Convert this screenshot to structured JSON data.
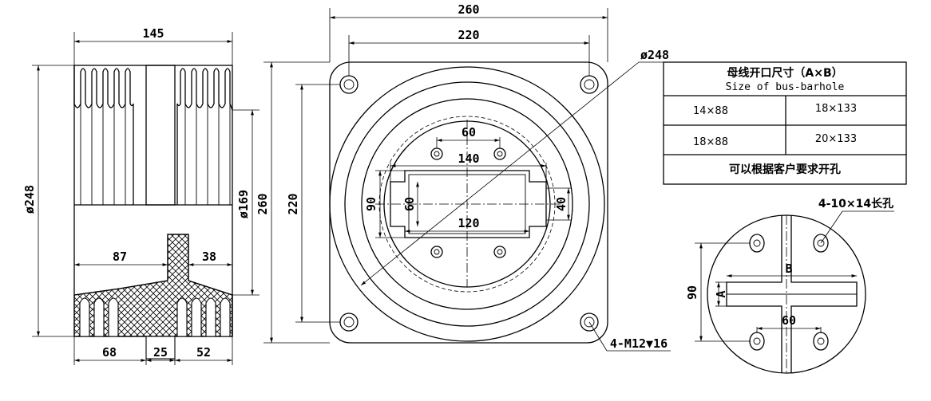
{
  "side_view": {
    "dims": {
      "d248": "ø248",
      "d169": "ø169",
      "w145": "145",
      "w87": "87",
      "w38": "38",
      "w68": "68",
      "w25": "25",
      "w52": "52"
    }
  },
  "front_view": {
    "dims": {
      "w260": "260",
      "w220": "220",
      "d248": "ø248",
      "h260": "260",
      "h220": "220",
      "w60": "60",
      "w140": "140",
      "w120": "120",
      "h90": "90",
      "h60": "60",
      "h40": "40"
    },
    "hole_note": "4-M12▼16"
  },
  "table": {
    "title_cn": "母线开口尺寸（A×B）",
    "title_en": "Size of bus-barhole",
    "rows": [
      [
        "14×88",
        "18×133"
      ],
      [
        "18×88",
        "20×133"
      ]
    ],
    "footer": "可以根据客户要求开孔"
  },
  "bottom_view": {
    "slot_note": "4-10×14长孔",
    "dims": {
      "h90": "90",
      "w60": "60",
      "a": "A",
      "b": "B"
    }
  }
}
